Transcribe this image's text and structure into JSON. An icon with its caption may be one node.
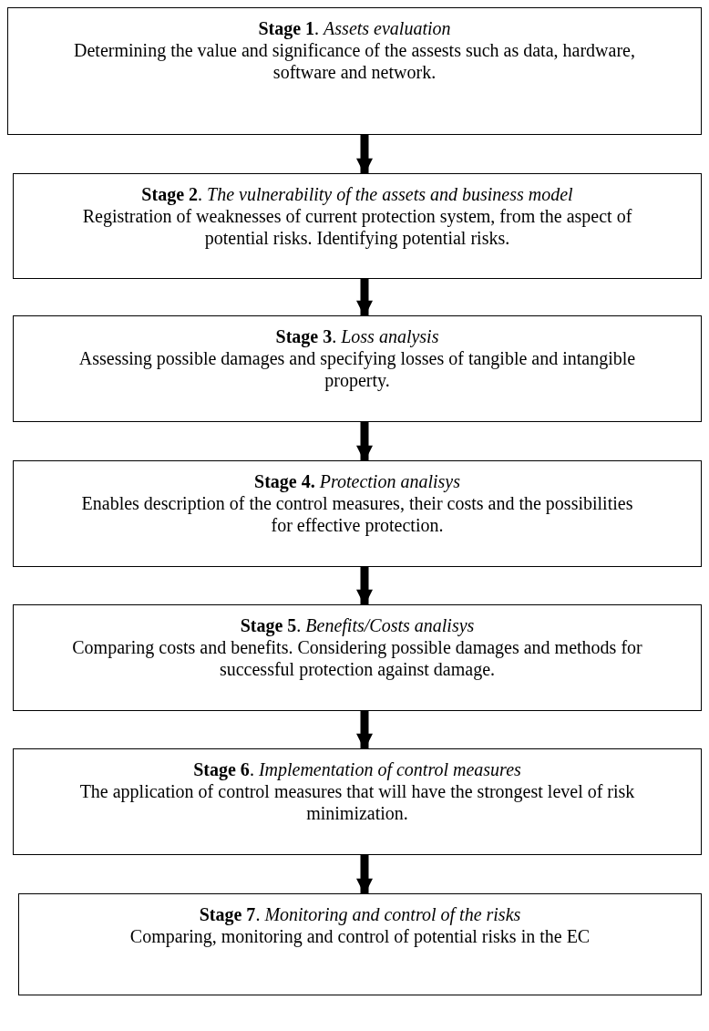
{
  "diagram": {
    "nodes": [
      {
        "text": [
          "**Stage 1**. *Assets evaluation*",
          "Determining the value and significance of the assests such as data, hardware, software and network."
        ]
      },
      {
        "text": [
          "**Stage 2**. *The vulnerability of the assets and business model*",
          "Registration of weaknesses of current protection system, from the aspect of potential risks. Identifying potential risks."
        ]
      },
      {
        "text": [
          "**Stage 3**. *Loss analysis*",
          "Assessing possible damages and specifying losses of tangible and intangible property."
        ]
      },
      {
        "text": [
          "**Stage 4.** *Protection analisys*",
          "Enables description of the control measures, their costs and the possibilities for effective protection."
        ]
      },
      {
        "text": [
          "**Stage 5**. *Benefits/Costs analisys*",
          "Comparing costs and benefits. Considering possible damages and methods for successful protection against damage."
        ]
      },
      {
        "text": [
          "**Stage 6**. *Implementation of control measures*",
          "The application of control measures that will have the strongest level of risk minimization."
        ]
      },
      {
        "text": [
          "**Stage 7**. *Monitoring and control of the risks*",
          "Comparing, monitoring and control of potential risks in the EC"
        ]
      }
    ],
    "edges": [
      {
        "from": 0,
        "to": 1,
        "arrow": "to"
      },
      {
        "from": 1,
        "to": 2,
        "arrow": "to"
      },
      {
        "from": 2,
        "to": 3,
        "arrow": "to"
      },
      {
        "from": 3,
        "to": 4,
        "arrow": "to"
      },
      {
        "from": 4,
        "to": 5,
        "arrow": "to"
      },
      {
        "from": 5,
        "to": 6,
        "arrow": "to"
      }
    ]
  }
}
